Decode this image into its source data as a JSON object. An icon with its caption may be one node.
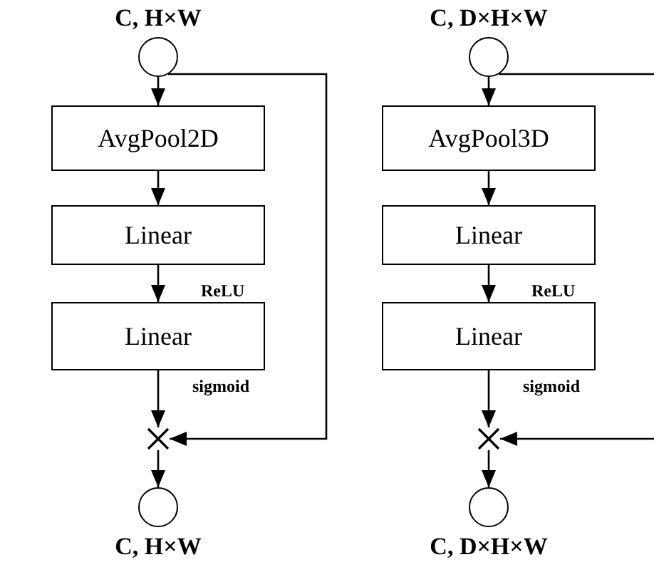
{
  "diagram": {
    "nodes": [
      {
        "text": [
          "C, H×W"
        ]
      },
      {
        "text": [
          "AvgPool2D"
        ]
      },
      {
        "text": [
          "Linear"
        ]
      },
      {
        "text": [
          "Linear"
        ]
      },
      {
        "text": [],
        "shape": "cross"
      },
      {
        "text": [
          "C, H×W"
        ]
      },
      {
        "text": [
          "C, D×H×W"
        ]
      },
      {
        "text": [
          "AvgPool3D"
        ]
      },
      {
        "text": [
          "Linear"
        ]
      },
      {
        "text": [
          "Linear"
        ]
      },
      {
        "text": [],
        "shape": "cross"
      },
      {
        "text": [
          "C, D×H×W"
        ]
      }
    ],
    "edges": [
      {
        "from": 0,
        "to": 1,
        "arrow": "to"
      },
      {
        "from": 1,
        "to": 2,
        "arrow": "to"
      },
      {
        "from": 2,
        "to": 3,
        "arrow": "to",
        "label": "ReLU"
      },
      {
        "from": 3,
        "to": 4,
        "arrow": "to",
        "label": "sigmoid"
      },
      {
        "from": 4,
        "to": 5,
        "arrow": "to"
      },
      {
        "from": 0,
        "to": 4,
        "arrow": "to"
      },
      {
        "from": 6,
        "to": 7,
        "arrow": "to"
      },
      {
        "from": 7,
        "to": 8,
        "arrow": "to"
      },
      {
        "from": 8,
        "to": 9,
        "arrow": "to",
        "label": "ReLU"
      },
      {
        "from": 9,
        "to": 10,
        "arrow": "to",
        "label": "sigmoid"
      },
      {
        "from": 10,
        "to": 11,
        "arrow": "to"
      },
      {
        "from": 6,
        "to": null,
        "arrow": "none"
      },
      {
        "from": null,
        "to": 10,
        "arrow": "to"
      }
    ]
  }
}
